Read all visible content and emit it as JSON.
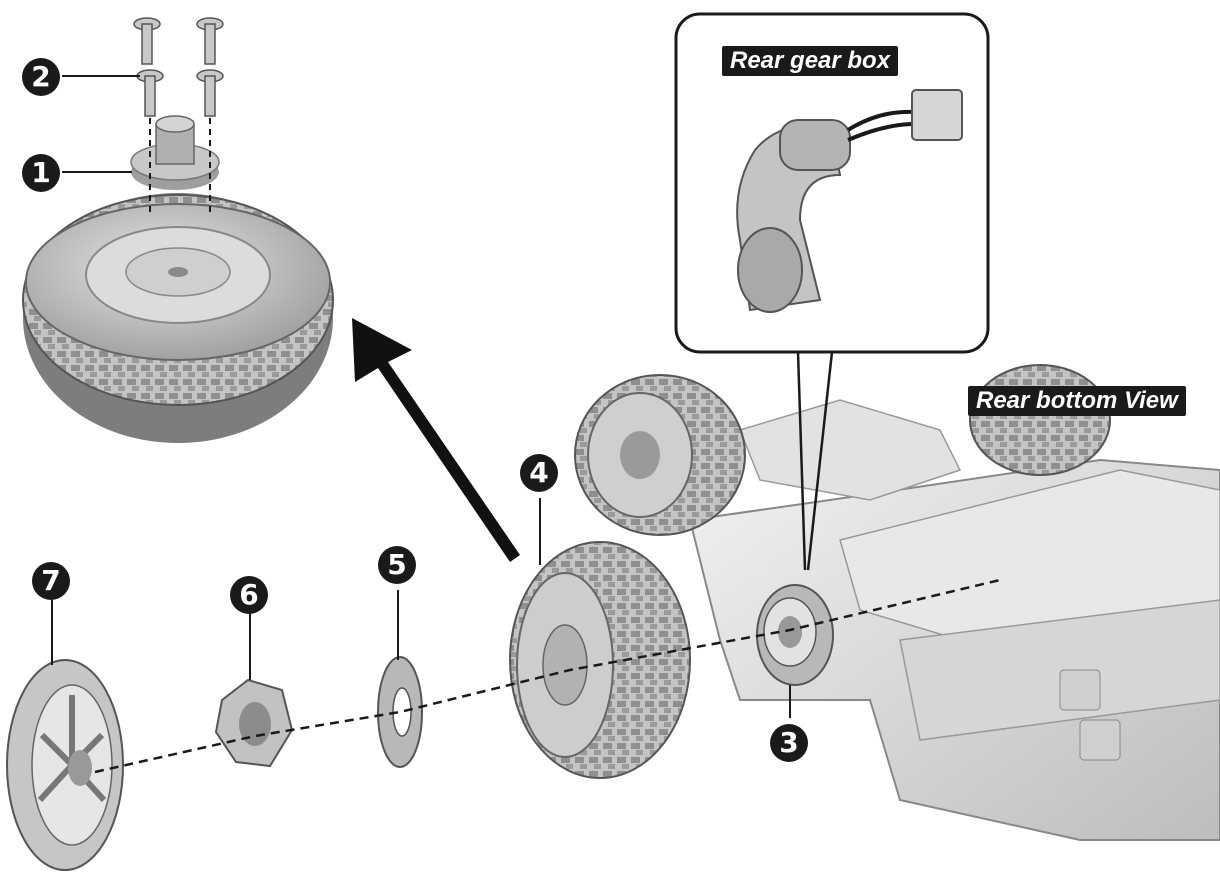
{
  "labels": {
    "rear_gear_box": "Rear gear box",
    "rear_bottom_view": "Rear bottom View"
  },
  "callouts": [
    {
      "id": "1",
      "part": "hub-adapter"
    },
    {
      "id": "2",
      "part": "screws"
    },
    {
      "id": "3",
      "part": "axle-drive-socket"
    },
    {
      "id": "4",
      "part": "rear-wheel"
    },
    {
      "id": "5",
      "part": "washer"
    },
    {
      "id": "6",
      "part": "lock-nut"
    },
    {
      "id": "7",
      "part": "hubcap"
    }
  ],
  "colors": {
    "ink": "#1a1a1a",
    "part_fill": "#d6d6d6",
    "part_shade": "#a8a8a8",
    "paper": "#ffffff"
  }
}
